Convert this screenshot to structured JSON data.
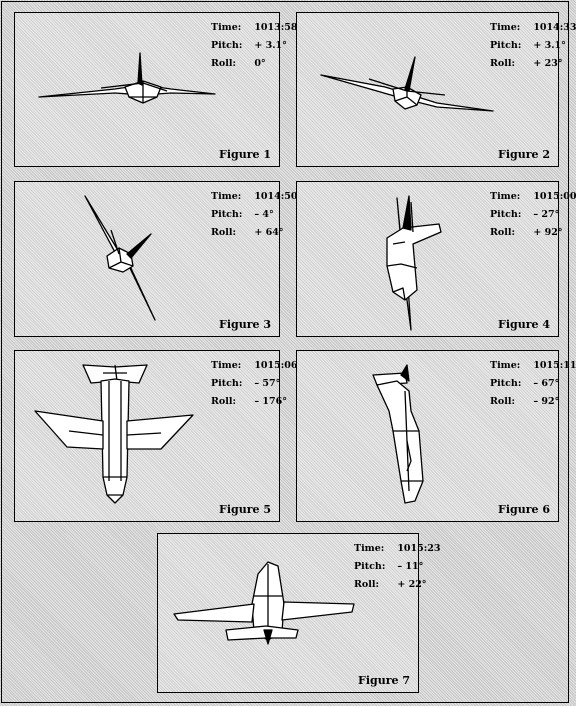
{
  "panels": [
    {
      "time_label": "Time:",
      "time": "1013:58",
      "pitch_label": "Pitch:",
      "pitch": "+ 3.1°",
      "roll_label": "Roll:",
      "roll": "0°",
      "caption": "Figure 1"
    },
    {
      "time_label": "Time:",
      "time": "1014:33",
      "pitch_label": "Pitch:",
      "pitch": "+ 3.1°",
      "roll_label": "Roll:",
      "roll": "+ 23°",
      "caption": "Figure 2"
    },
    {
      "time_label": "Time:",
      "time": "1014:50",
      "pitch_label": "Pitch:",
      "pitch": "– 4°",
      "roll_label": "Roll:",
      "roll": "+ 64°",
      "caption": "Figure 3"
    },
    {
      "time_label": "Time:",
      "time": "1015:00",
      "pitch_label": "Pitch:",
      "pitch": "– 27°",
      "roll_label": "Roll:",
      "roll": "+ 92°",
      "caption": "Figure 4"
    },
    {
      "time_label": "Time:",
      "time": "1015:06",
      "pitch_label": "Pitch:",
      "pitch": "– 57°",
      "roll_label": "Roll:",
      "roll": "– 176°",
      "caption": "Figure 5"
    },
    {
      "time_label": "Time:",
      "time": "1015:11",
      "pitch_label": "Pitch:",
      "pitch": "– 67°",
      "roll_label": "Roll:",
      "roll": "– 92°",
      "caption": "Figure 6"
    },
    {
      "time_label": "Time:",
      "time": "1015:23",
      "pitch_label": "Pitch:",
      "pitch": "– 11°",
      "roll_label": "Roll:",
      "roll": "+ 22°",
      "caption": "Figure 7"
    }
  ]
}
